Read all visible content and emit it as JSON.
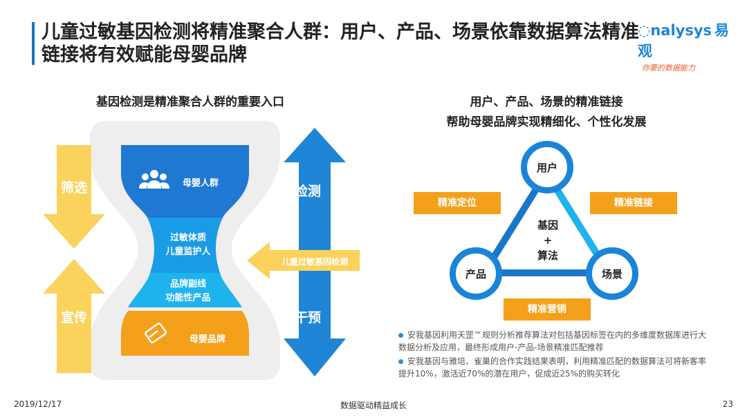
{
  "title": "儿童过敏基因检测将精准聚合人群：用户、产品、场景依靠数据算法精准链接将有效赋能母婴品牌",
  "logo": {
    "brand": "nalysys",
    "brand_cn": "易观",
    "slogan": "你要的数据能力"
  },
  "left": {
    "heading": "基因检测是精准聚合人群的重要入口",
    "hourglass": {
      "layer1": "母婴人群",
      "layer2_line1": "过敏体质",
      "layer2_line2": "儿童监护人",
      "layer3_line1": "品牌副线",
      "layer3_line2": "功能性产品",
      "layer4": "母婴品牌"
    },
    "arrow_down": "筛选",
    "arrow_up": "宣传",
    "arrow_top": "检测",
    "arrow_bottom": "干预",
    "arrow_in": "儿童过敏基因检测"
  },
  "right": {
    "heading_line1": "用户、产品、场景的精准链接",
    "heading_line2": "帮助母婴品牌实现精细化、个性化发展",
    "node_top": "用户",
    "node_left": "产品",
    "node_right": "场景",
    "center_line1": "基因",
    "center_line2": "+",
    "center_line3": "算法",
    "tag_left": "精准定位",
    "tag_right": "精准链接",
    "tag_bottom": "精准营销",
    "bullets": [
      "安我基因利用天罡™规则分析推荐算法对包括基因标签在内的多维度数据库进行大数据分析及应用，最终形成用户-产品-场景精准匹配推荐",
      "安我基因与雅培、雀巢的合作实践结果表明，利用精准匹配的数据算法可将新客率提升10%，激活近70%的潜在用户，促成近25%的购买转化"
    ]
  },
  "footer": {
    "date": "2019/12/17",
    "center": "数据驱动精益成长",
    "page": "23"
  },
  "colors": {
    "blue_dark": "#1f78d1",
    "blue_mid": "#1a9be6",
    "blue_light": "#1fb3ee",
    "orange": "#f5a01a",
    "yellow": "#fbd25b"
  }
}
